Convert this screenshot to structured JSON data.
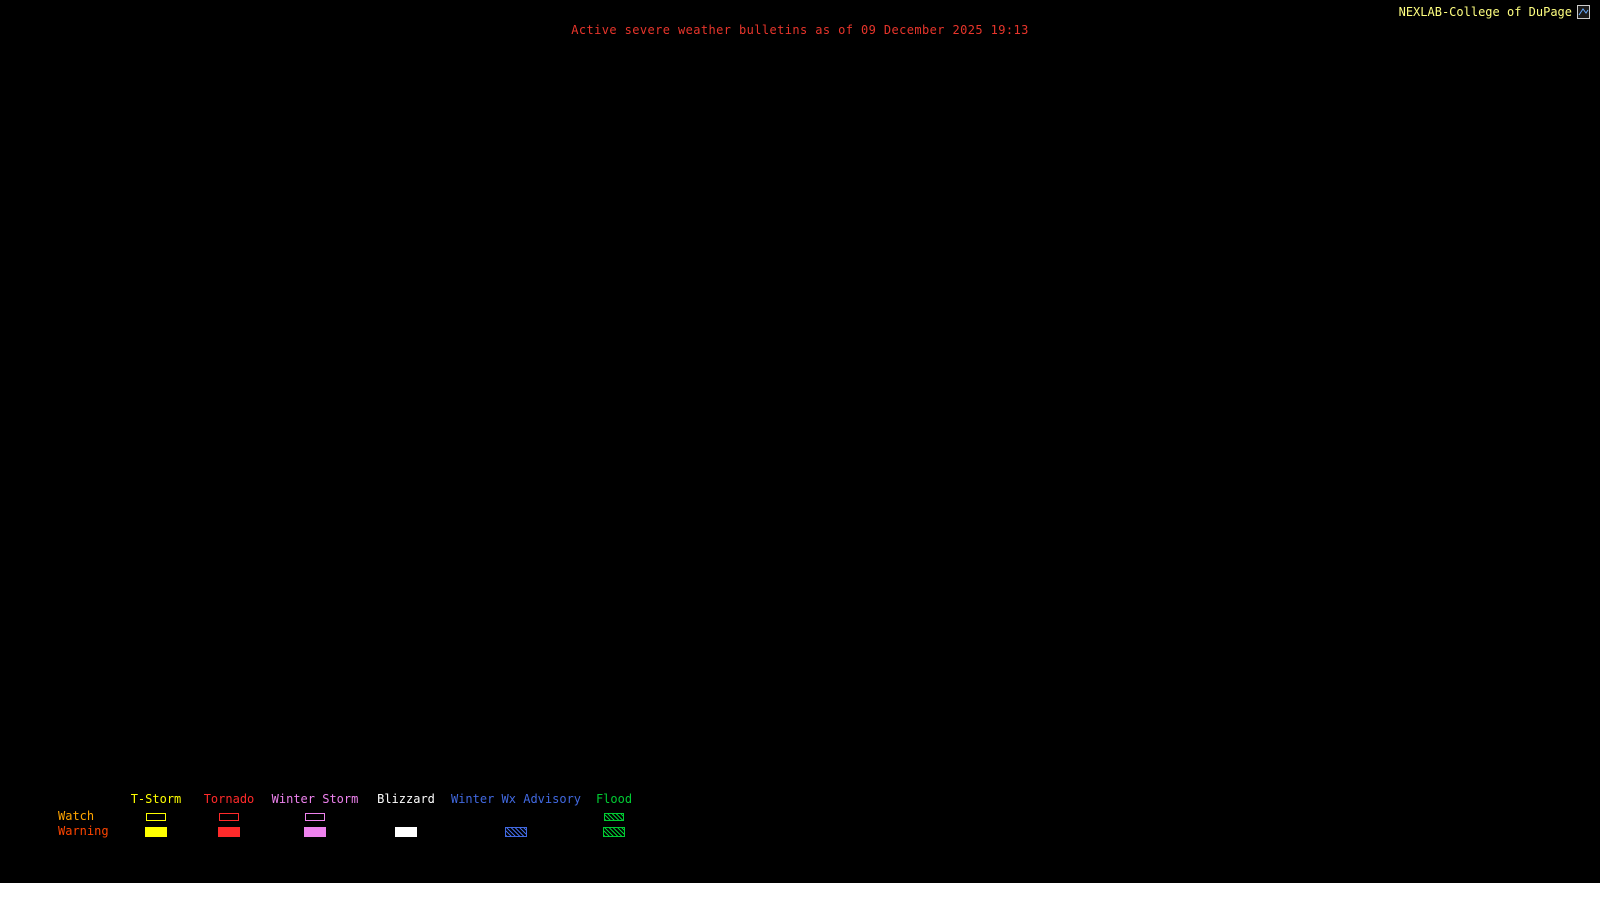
{
  "header": {
    "brand": "NEXLAB-College of DuPage",
    "brand_color": "#ffff80",
    "title": "Active severe weather bulletins as of 09 December 2025 19:13",
    "title_color": "#e8352b"
  },
  "legend": {
    "watch_label": "Watch",
    "watch_color": "#ffa500",
    "warning_label": "Warning",
    "warning_color": "#ff4500",
    "columns": [
      {
        "label": "T-Storm",
        "color": "#ffff00",
        "watch": "outline",
        "warning": "filled"
      },
      {
        "label": "Tornado",
        "color": "#ff2a2a",
        "watch": "outline",
        "warning": "filled"
      },
      {
        "label": "Winter Storm",
        "color": "#ee82ee",
        "watch": "outline",
        "warning": "filled"
      },
      {
        "label": "Blizzard",
        "color": "#ffffff",
        "watch": "none",
        "warning": "filled"
      },
      {
        "label": "Winter Wx Advisory",
        "color": "#4169e1",
        "watch": "none",
        "warning": "hatched"
      },
      {
        "label": "Flood",
        "color": "#00cc33",
        "watch": "hatched",
        "warning": "hatched"
      }
    ]
  },
  "colors": {
    "background": "#000000",
    "footer_strip": "#ffffff"
  }
}
